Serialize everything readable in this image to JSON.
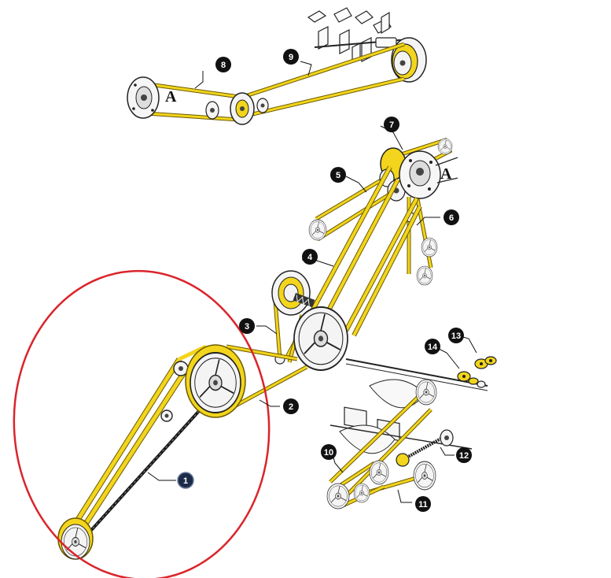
{
  "colors": {
    "belt": "#f2d51c",
    "belt_edge": "#6b5a00",
    "belt_dark": "#1a1a1a",
    "outline": "#222222",
    "pulley_fill": "#f2f2f2",
    "callout_fill": "#111111",
    "callout_one_fill": "#1c2a4a",
    "highlight_ring": "#d9252b"
  },
  "letters": {
    "top": "A",
    "right": "A"
  },
  "callouts": [
    "1",
    "2",
    "3",
    "4",
    "5",
    "6",
    "7",
    "8",
    "9",
    "10",
    "11",
    "12",
    "13",
    "14"
  ]
}
